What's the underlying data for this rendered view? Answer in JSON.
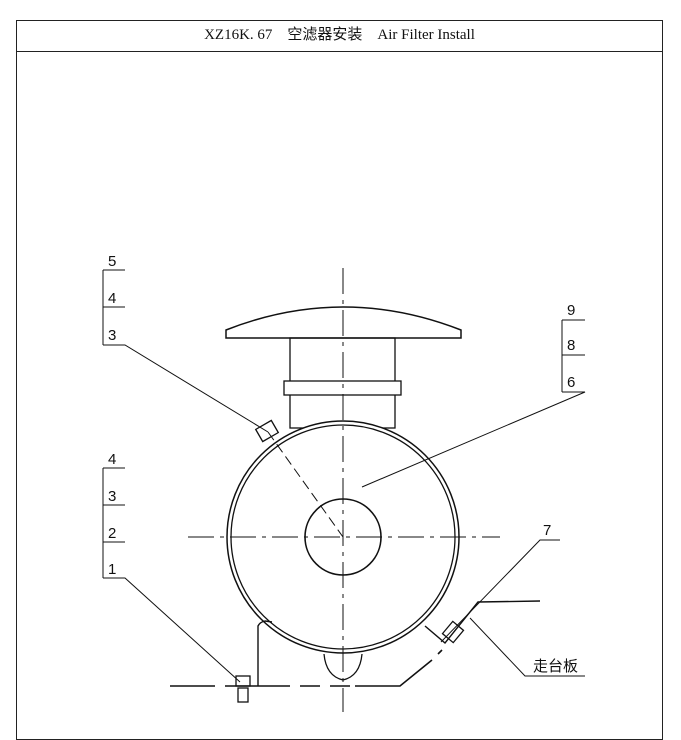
{
  "title": "XZ16K. 67　空滤器安装　Air Filter Install",
  "callouts": {
    "upper_left": [
      "5",
      "4",
      "3"
    ],
    "right": [
      "9",
      "8",
      "6"
    ],
    "lower_left": [
      "4",
      "3",
      "2",
      "1"
    ],
    "part_7": "7",
    "walkway_plate": "走台板"
  }
}
